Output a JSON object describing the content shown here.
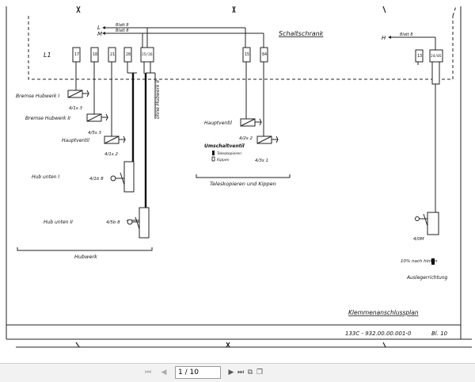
{
  "diagram": {
    "top_lines": {
      "L": "L",
      "M": "M",
      "L_ref": "Blatt 8",
      "M_ref": "Blatt 8",
      "H": "H",
      "H_ref": "Blatt 8"
    },
    "schaltschrank": "Schaltschrank",
    "l1": "L1",
    "terminals_left": [
      "17",
      "18",
      "21",
      "28",
      "25/26"
    ],
    "terminals_mid": [
      "15",
      "84"
    ],
    "terminals_right": [
      "13",
      "24/05"
    ],
    "components": {
      "bremse1_label": "Bremse Hubwerk I",
      "bremse1_code": "4/1s 3",
      "bremse2_label": "Bremse Hubwerk II",
      "bremse2_code": "4/5s 3",
      "hauptventil_left_label": "Hauptventil",
      "hauptventil_left_code": "4/1s 2",
      "hub1_label": "Hub unten I",
      "hub1_code": "4/1b 8",
      "hub2_label": "Hub unten II",
      "hub2_code": "4/5b 8",
      "hubwerk": "Hubwerk",
      "vertical_note": "ohne Hubwerk II",
      "hauptventil_mid_label": "Hauptventil",
      "hauptventil_mid_code": "4/2s 2",
      "umschaltventil": "Umschaltventil",
      "teleskopieren": "Teleskopieren",
      "kippen": "Kippen",
      "umschalt_code": "4/3s 1",
      "group_mid": "Teleskopieren und Kippen",
      "right_code": "4/0M",
      "percent_label": "10% nach hinten",
      "ausleger": "Auslegerrichtung"
    },
    "title_block": {
      "title": "Klemmenanschlussplan",
      "drawing_no": "133C - 932.00.00.001-0",
      "sheet": "Bl. 10"
    }
  },
  "toolbar": {
    "page_value": "1 / 10",
    "icons": [
      "first-page-icon",
      "prev-page-icon",
      "next-page-icon",
      "last-page-icon",
      "fit-page-icon",
      "fit-width-icon"
    ],
    "glyphs": {
      "first": "⏮",
      "prev": "◀",
      "next": "▶",
      "last": "⏭",
      "fit_page": "⧉",
      "fit_width": "❐"
    }
  }
}
